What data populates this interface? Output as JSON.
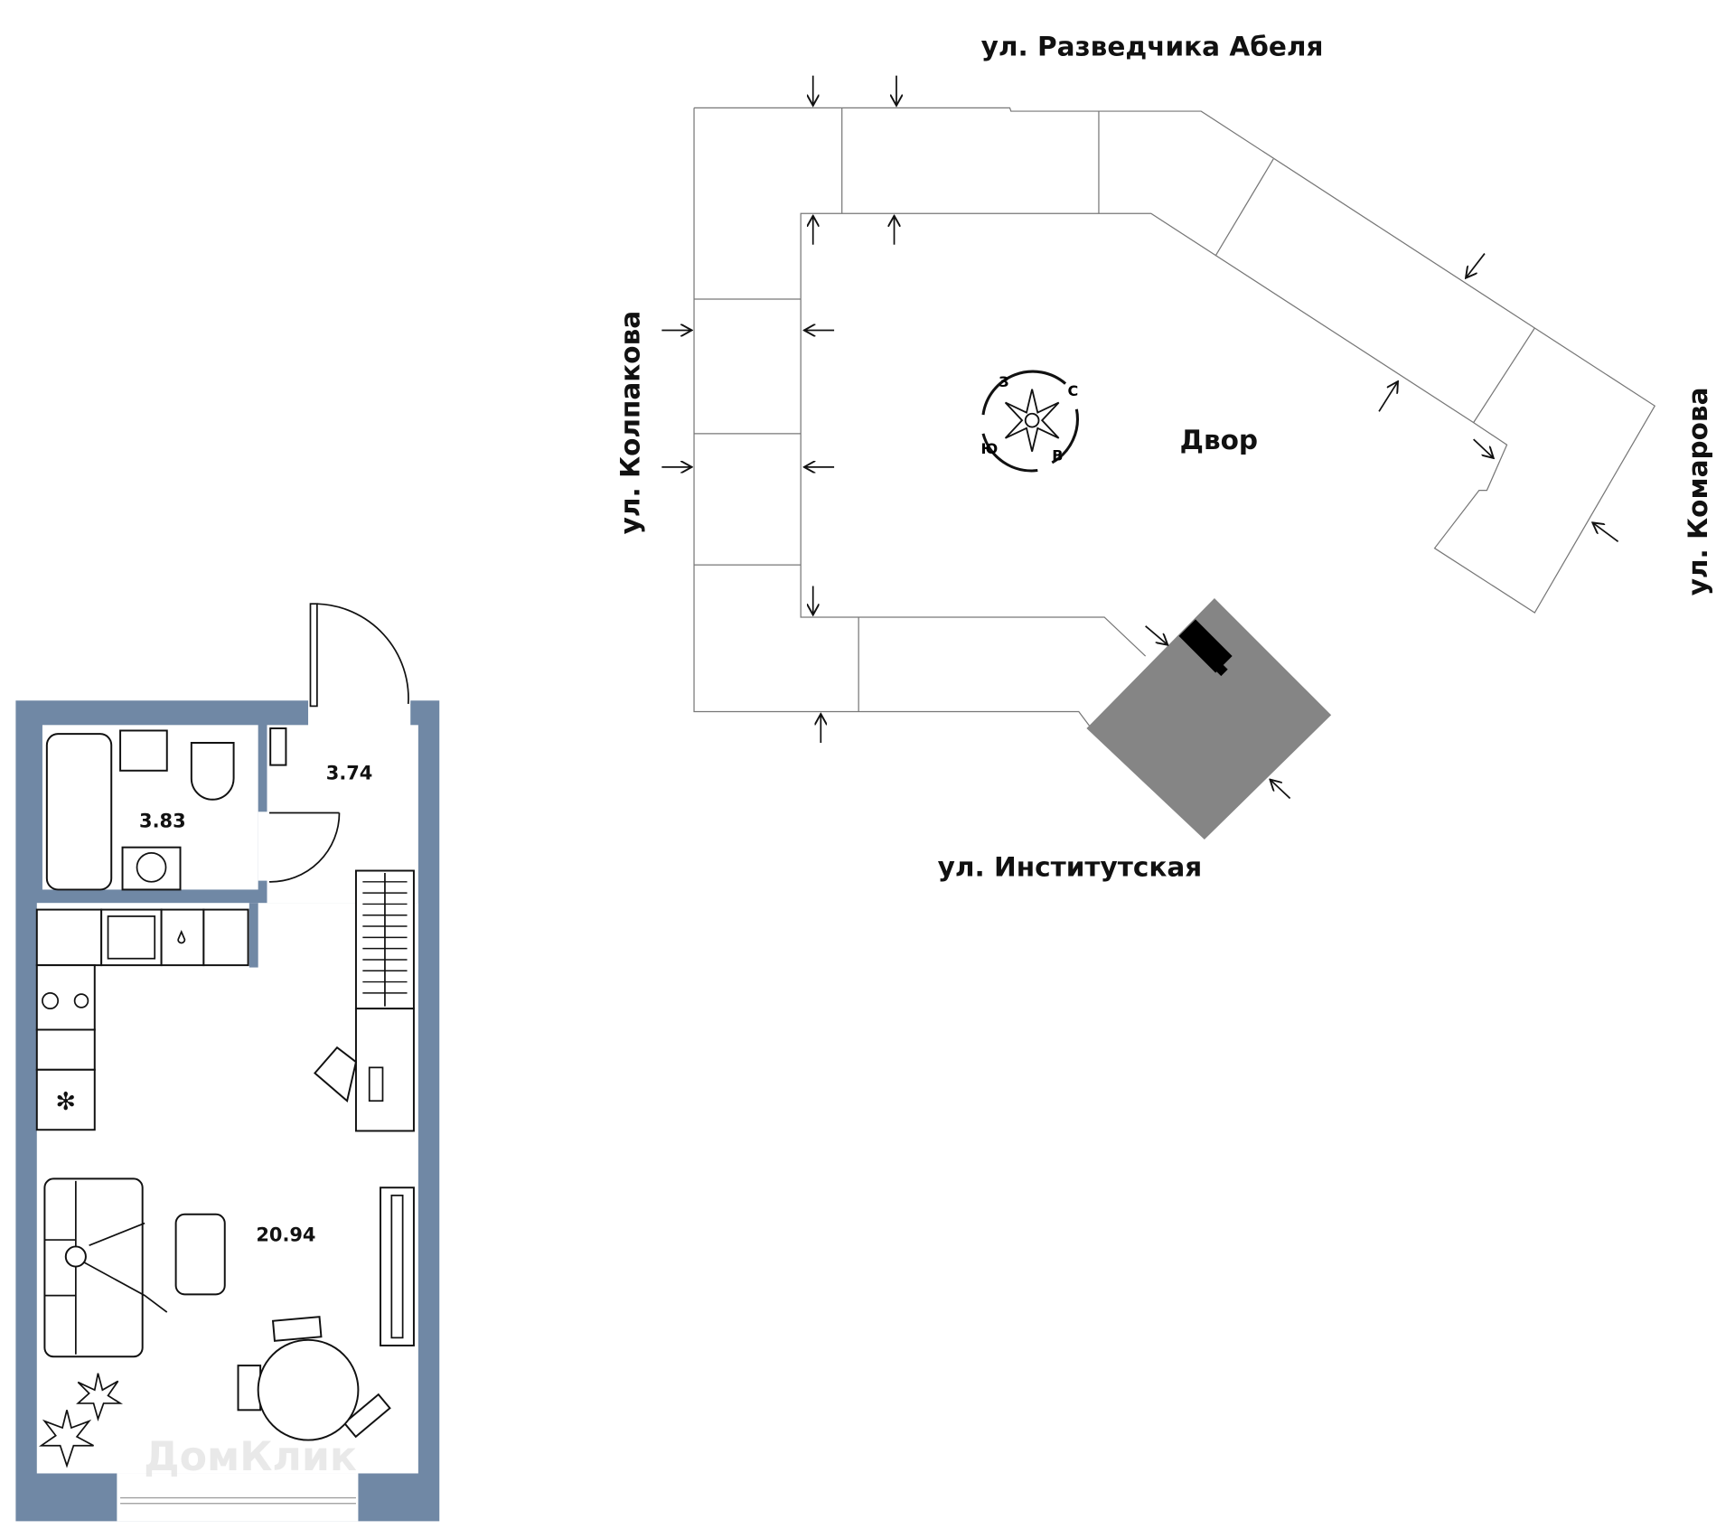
{
  "site_plan": {
    "streets": {
      "north": "ул. Разведчика Абеля",
      "west": "ул. Колпакова",
      "east": "ул. Комарова",
      "south": "ул. Институтская"
    },
    "courtyard_label": "Двор",
    "compass": {
      "north": "С",
      "east": "В",
      "south": "Ю",
      "west": "З"
    },
    "highlight_color": "#858585",
    "selected_section_color": "#000000"
  },
  "floor_plan": {
    "wall_color": "#7088a5",
    "rooms": [
      {
        "name": "bathroom",
        "area": "3.83"
      },
      {
        "name": "hallway",
        "area": "3.74"
      },
      {
        "name": "living-room",
        "area": "20.94"
      }
    ],
    "watermark": "ДомКлик"
  }
}
